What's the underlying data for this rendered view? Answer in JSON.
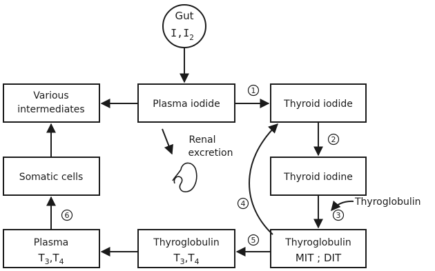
{
  "nodes": {
    "gut": {
      "line1": "Gut",
      "line2_main": "I,I",
      "line2_sub": "2"
    },
    "various_intermediates": {
      "line1": "Various",
      "line2": "intermediates"
    },
    "plasma_iodide": {
      "label": "Plasma iodide"
    },
    "thyroid_iodide": {
      "label": "Thyroid iodide"
    },
    "somatic_cells": {
      "label": "Somatic cells"
    },
    "thyroid_iodine": {
      "label": "Thyroid iodine"
    },
    "plasma_t3t4": {
      "line1": "Plasma",
      "t": "T",
      "s3": "3",
      "sep": ",",
      "s4": "4"
    },
    "thyroglobulin_t3t4": {
      "line1": "Thyroglobulin",
      "t": "T",
      "s3": "3",
      "sep": ",",
      "s4": "4"
    },
    "thyroglobulin_mit_dit": {
      "line1": "Thyroglobulin",
      "line2": "MIT ; DIT"
    }
  },
  "annotations": {
    "renal_line1": "Renal",
    "renal_line2": "excretion",
    "thyroglobulin_input": "Thyroglobulin"
  },
  "step_numbers": [
    "1",
    "2",
    "3",
    "4",
    "5",
    "6"
  ],
  "icons": {
    "kidney": "kidney-icon"
  },
  "colors": {
    "ink": "#1a1a1a",
    "background": "#ffffff"
  }
}
